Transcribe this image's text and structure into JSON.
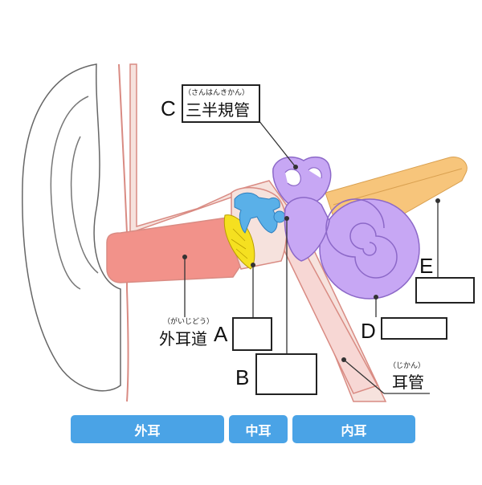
{
  "labels": {
    "C": {
      "letter": "C",
      "term": "三半規管",
      "reading": "（さんはんきかん）",
      "answer": ""
    },
    "A": {
      "letter": "A",
      "answer": ""
    },
    "B": {
      "letter": "B",
      "answer": ""
    },
    "D": {
      "letter": "D",
      "answer": ""
    },
    "E": {
      "letter": "E",
      "answer": ""
    },
    "ear_canal": {
      "term": "外耳道",
      "reading": "（がいじどう）"
    },
    "eustachian_tube": {
      "term": "耳管",
      "reading": "（じかん）"
    }
  },
  "regions": [
    {
      "name": "外耳",
      "color": "#4aa3e6"
    },
    {
      "name": "中耳",
      "color": "#4aa3e6"
    },
    {
      "name": "内耳",
      "color": "#4aa3e6"
    }
  ],
  "colors": {
    "skin": "#f6e2dd",
    "skin_outline": "#d98b83",
    "ear_canal": "#f2928a",
    "eardrum": "#f5e020",
    "ossicles": "#5ab0e8",
    "inner_ear": "#c7a7f4",
    "inner_ear_outline": "#8c68c8",
    "nerve": "#f7c57b",
    "eustachian": "#f7d7d4"
  }
}
